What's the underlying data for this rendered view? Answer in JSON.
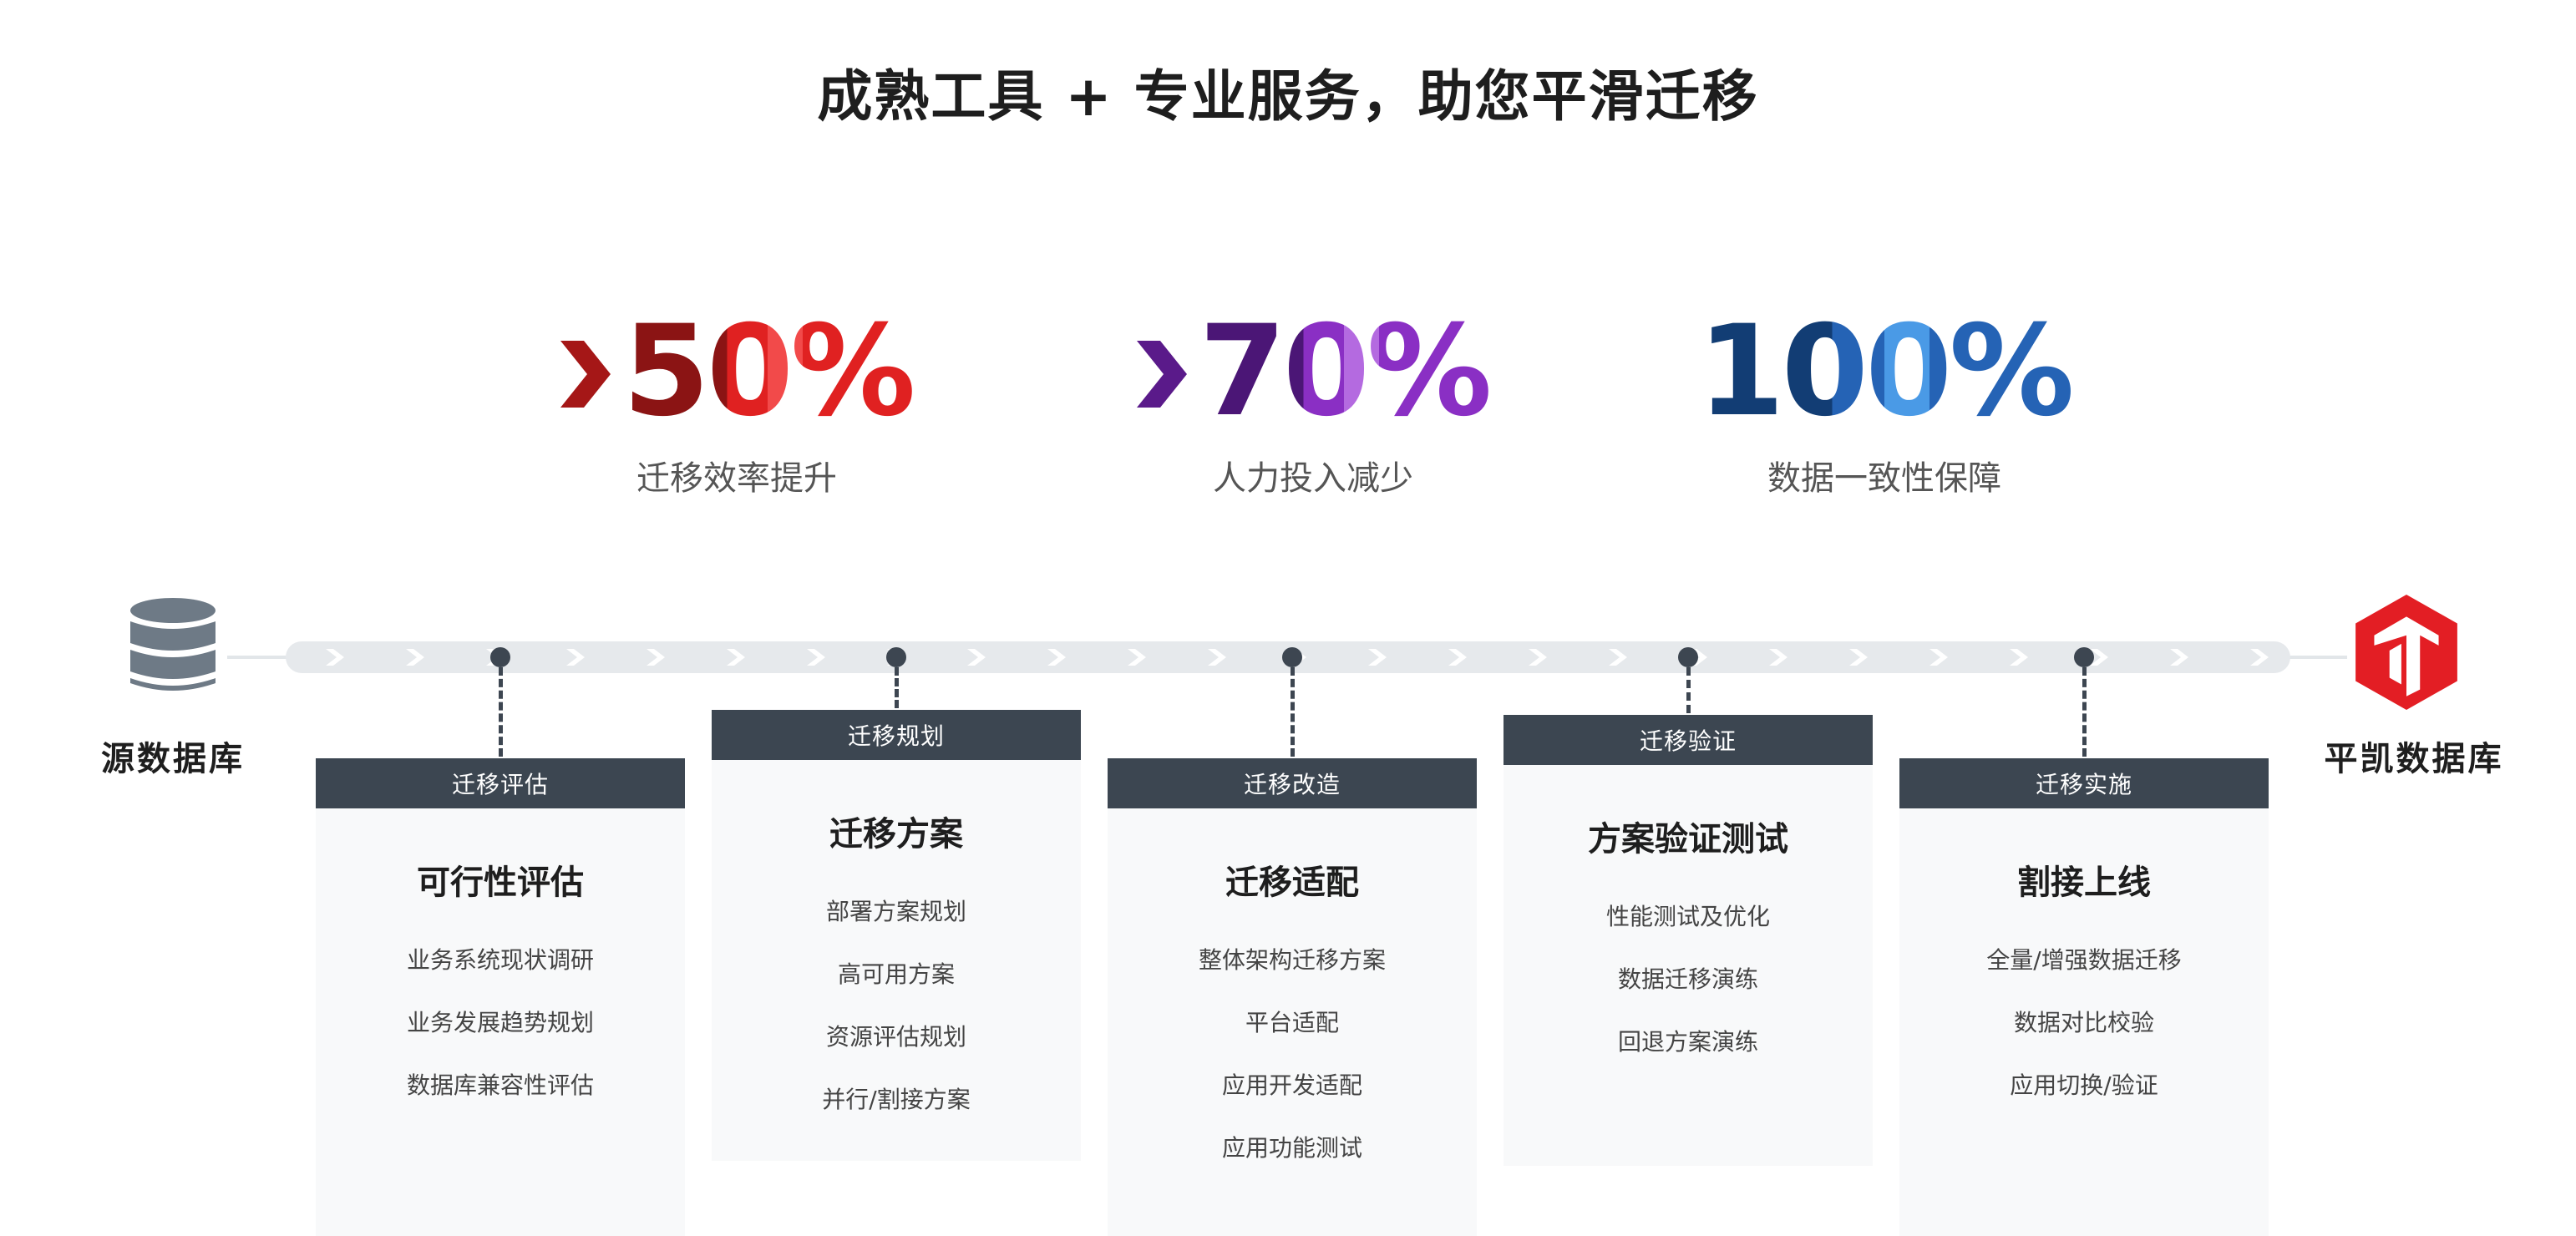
{
  "title": "成熟工具 + 专业服务，助您平滑迁移",
  "stats": [
    {
      "value": "50%",
      "label": "迁移效率提升",
      "has_chevron": true,
      "colors": [
        "#8b1414",
        "#e02121",
        "#f24a4a"
      ]
    },
    {
      "value": "70%",
      "label": "人力投入减少",
      "has_chevron": true,
      "colors": [
        "#4b1676",
        "#8a2fc4",
        "#b46ae0"
      ]
    },
    {
      "value": "100%",
      "label": "数据一致性保障",
      "has_chevron": false,
      "colors": [
        "#123d74",
        "#2563b5",
        "#4a9ae6"
      ]
    }
  ],
  "source": {
    "label": "源数据库",
    "icon": "database-icon"
  },
  "target": {
    "label": "平凯数据库",
    "icon": "pingcap-logo"
  },
  "phases": [
    {
      "header": "迁移评估",
      "title": "可行性评估",
      "items": [
        "业务系统现状调研",
        "业务发展趋势规划",
        "数据库兼容性评估"
      ]
    },
    {
      "header": "迁移规划",
      "title": "迁移方案",
      "items": [
        "部署方案规划",
        "高可用方案",
        "资源评估规划",
        "并行/割接方案"
      ]
    },
    {
      "header": "迁移改造",
      "title": "迁移适配",
      "items": [
        "整体架构迁移方案",
        "平台适配",
        "应用开发适配",
        "应用功能测试"
      ]
    },
    {
      "header": "迁移验证",
      "title": "方案验证测试",
      "items": [
        "性能测试及优化",
        "数据迁移演练",
        "回退方案演练"
      ]
    },
    {
      "header": "迁移实施",
      "title": "割接上线",
      "items": [
        "全量/增强数据迁移",
        "数据对比校验",
        "应用切换/验证"
      ]
    }
  ],
  "colors": {
    "card_header": "#3c4651",
    "card_background": "#f8f9fa",
    "track": "#e6e9ec",
    "track_node": "#3d4651",
    "database_icon": "#6e7a86",
    "logo": "#e31e24"
  }
}
